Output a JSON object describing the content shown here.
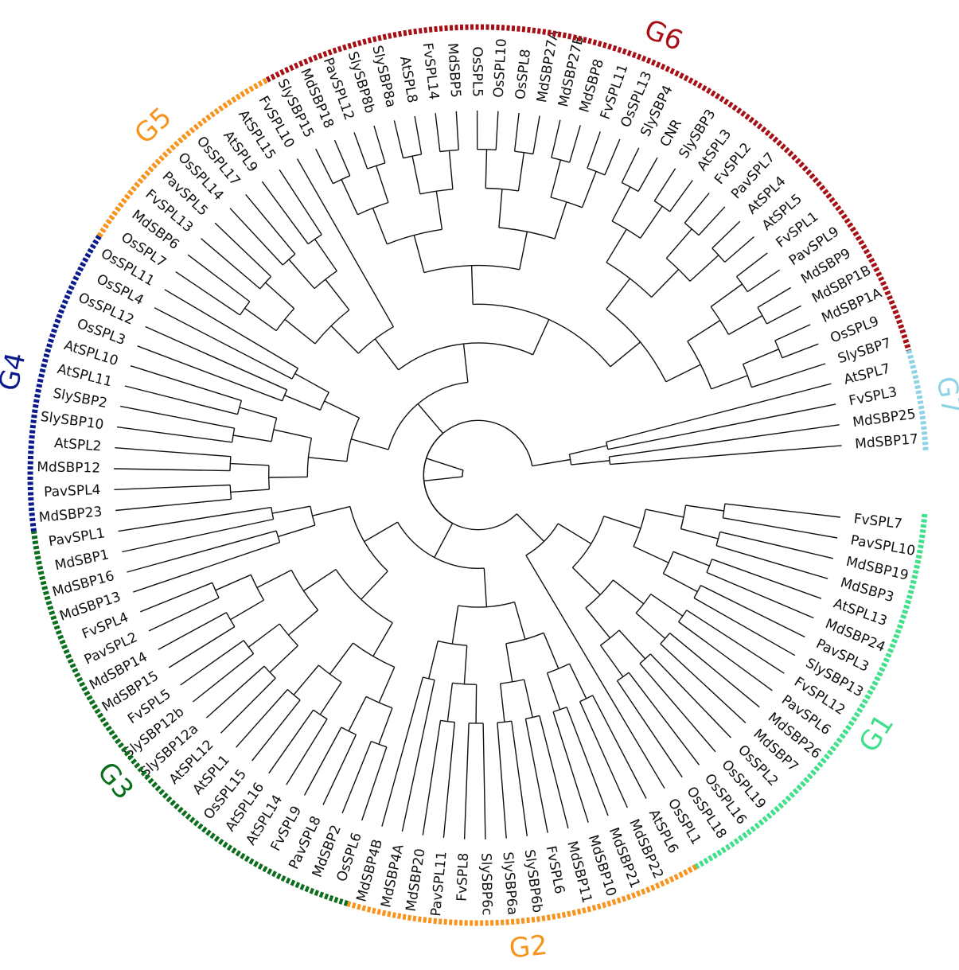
{
  "tree": {
    "groups": [
      {
        "id": "G1",
        "label": "G1",
        "color": "#3ee08a",
        "leaves": [
          "FvSPL7",
          "PavSPL10",
          "MdSBP19",
          "MdSBP3",
          "AtSPL13",
          "MdSBP24",
          "PavSPL3",
          "SlySBP13",
          "FvSPL12",
          "PavSPL6",
          "MdSBP26",
          "MdSBP7",
          "OsSPL2",
          "OsSPL19",
          "OsSPL16",
          "OsSPL18",
          "OsSPL1"
        ]
      },
      {
        "id": "G2",
        "label": "G2",
        "color": "#f7941d",
        "leaves": [
          "AtSPL6",
          "MdSBP22",
          "MdSBP21",
          "MdSBP10",
          "MdSBP11",
          "FvSPL6",
          "SlySBP6b",
          "SlySBP6a",
          "SlySBP6c",
          "FvSPL8",
          "PavSPL11",
          "MdSBP20",
          "MdSBP4A",
          "MdSBP4B"
        ]
      },
      {
        "id": "G3",
        "label": "G3",
        "color": "#0b6e1c",
        "leaves": [
          "OsSPL6",
          "MdSBP2",
          "PavSPL8",
          "FvSPL9",
          "AtSPL14",
          "AtSPL16",
          "OsSPL15",
          "AtSPL1",
          "AtSPL12",
          "SlySBP12a",
          "SlySBP12b",
          "FvSPL5",
          "MdSBP15",
          "MdSBP14",
          "PavSPL2",
          "FvSPL4",
          "MdSBP13",
          "MdSBP16",
          "MdSBP1",
          "PavSPL1"
        ]
      },
      {
        "id": "G4",
        "label": "G4",
        "color": "#0a1a8c",
        "leaves": [
          "MdSBP23",
          "PavSPL4",
          "MdSBP12",
          "AtSPL2",
          "SlySBP10",
          "SlySBP2",
          "AtSPL11",
          "AtSPL10",
          "OsSPL3",
          "OsSPL12",
          "OsSPL4",
          "OsSPL11"
        ]
      },
      {
        "id": "G5",
        "label": "G5",
        "color": "#f7941d",
        "leaves": [
          "OsSPL7",
          "MdSBP6",
          "FvSPL13",
          "PavSPL5",
          "OsSPL14",
          "OsSPL17",
          "AtSPL9",
          "AtSPL15",
          "FvSPL10"
        ]
      },
      {
        "id": "G6",
        "label": "G6",
        "color": "#a50f15",
        "leaves": [
          "SlySBP15",
          "MdSBP18",
          "PavSPL12",
          "SlySBP8b",
          "SlySBP8a",
          "AtSPL8",
          "FvSPL14",
          "MdSBP5",
          "OsSPL5",
          "OsSPL10",
          "OsSPL8",
          "MdSBP27A",
          "MdSBP27B",
          "MdSBP8",
          "FvSPL11",
          "OsSPL13",
          "SlySBP4",
          "CNR",
          "SlySBP3",
          "AtSPL3",
          "FvSPL2",
          "PavSPL7",
          "AtSPL4",
          "AtSPL5",
          "FvSPL1",
          "PavSPL9",
          "MdSBP9",
          "MdSBP1B",
          "MdSBP1A",
          "OsSPL9",
          "SlySBP7"
        ]
      },
      {
        "id": "G7",
        "label": "G7",
        "color": "#8fd3e6",
        "leaves": [
          "AtSPL7",
          "FvSPL3",
          "MdSBP25",
          "MdSBP17"
        ]
      }
    ]
  }
}
